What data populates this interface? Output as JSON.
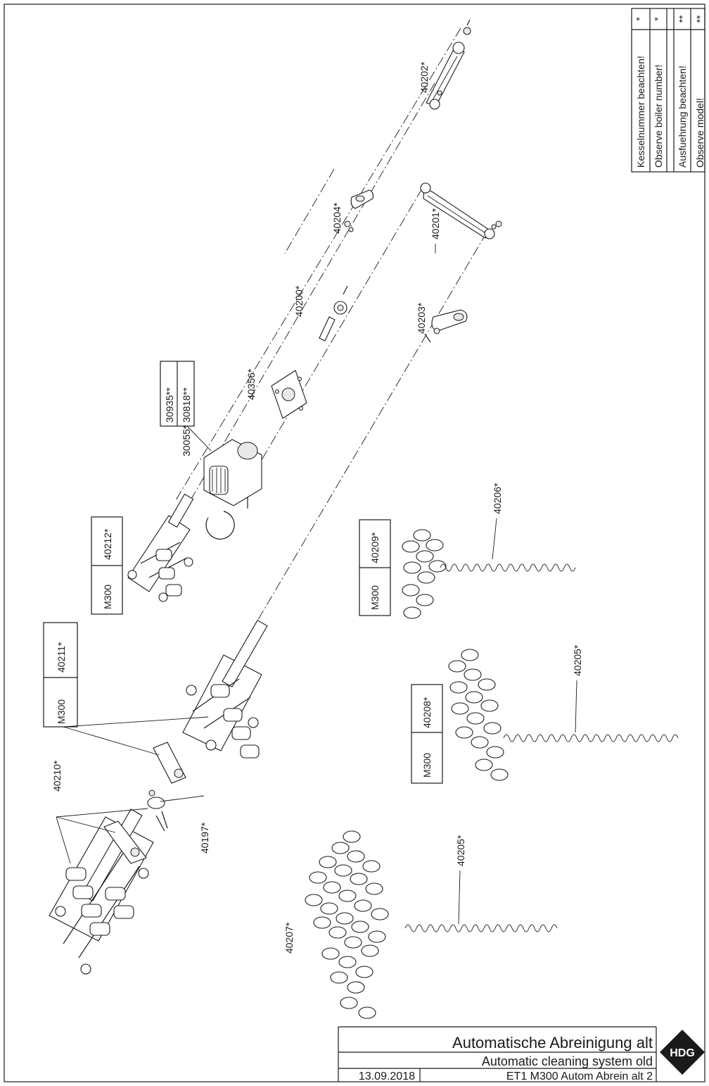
{
  "notes": {
    "rows": [
      {
        "mark": "*",
        "text": "Kesselnummer beachten!"
      },
      {
        "mark": "*",
        "text": "Observe boiler number!"
      },
      {
        "mark": "**",
        "text": "Ausfuehrung beachten!"
      },
      {
        "mark": "**",
        "text": "Observe model!"
      }
    ]
  },
  "callouts": {
    "p40202": "40202*",
    "p40204": "40204*",
    "p40201": "40201*",
    "p40200": "40200*",
    "p40203": "40203*",
    "p40356": "40356*",
    "p30935": "30935**",
    "p30818": "30818**",
    "p30055": "30055*",
    "p40212": "40212*",
    "m300_a": "M300",
    "p40211": "40211*",
    "m300_b": "M300",
    "p40209": "40209*",
    "m300_c": "M300",
    "p40206": "40206*",
    "p40208": "40208*",
    "m300_d": "M300",
    "p40205_a": "40205*",
    "p40210": "40210*",
    "p40197": "40197*",
    "p40205_b": "40205*",
    "p40207": "40207*"
  },
  "title_block": {
    "title_de": "Automatische Abreinigung alt",
    "title_en": "Automatic cleaning system old",
    "date": "13.09.2018",
    "drawing_id": "ET1 M300 Autom Abrein alt 2",
    "logo_text": "HDG"
  }
}
